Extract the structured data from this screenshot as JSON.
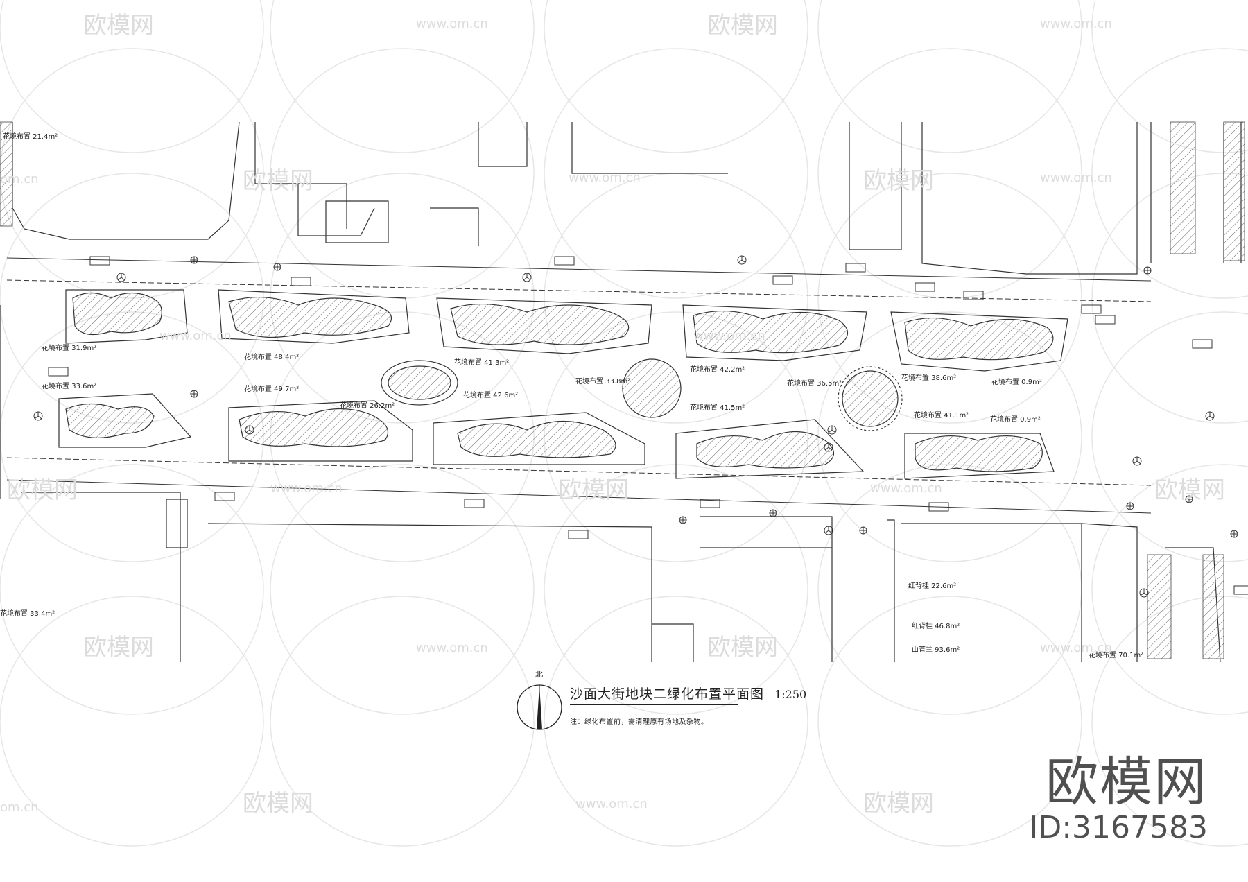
{
  "drawing": {
    "title": "沙面大街地块二绿化布置平面图",
    "scale": "1:250",
    "note": "注：绿化布置前，需清理原有场地及杂物。",
    "north_label": "北"
  },
  "watermark": {
    "brand": "欧模网",
    "url": "www.om.cn",
    "url_partial": "om.cn"
  },
  "corner_logo": {
    "brand": "欧模网",
    "id": "ID:3167583"
  },
  "flowerbed_labels": [
    {
      "text": "花境布置",
      "area": "21.4m²"
    },
    {
      "text": "花境布置",
      "area": "31.9m²"
    },
    {
      "text": "花境布置",
      "area": "48.4m²"
    },
    {
      "text": "花境布置",
      "area": "41.3m²"
    },
    {
      "text": "花境布置",
      "area": "33.8m²"
    },
    {
      "text": "花境布置",
      "area": "42.2m²"
    },
    {
      "text": "花境布置",
      "area": "36.5m²"
    },
    {
      "text": "花境布置",
      "area": "38.6m²"
    },
    {
      "text": "花境布置",
      "area": "0.9m²"
    },
    {
      "text": "花境布置",
      "area": "33.6m²"
    },
    {
      "text": "花境布置",
      "area": "49.7m²"
    },
    {
      "text": "花境布置",
      "area": "26.2m²"
    },
    {
      "text": "花境布置",
      "area": "42.6m²"
    },
    {
      "text": "花境布置",
      "area": "41.5m²"
    },
    {
      "text": "花境布置",
      "area": "41.1m²"
    },
    {
      "text": "花境布置",
      "area": "0.9m²"
    },
    {
      "text": "花境布置",
      "area": "70.1m²"
    },
    {
      "text": "花境布置",
      "area": "33.4m²"
    }
  ],
  "plant_labels": [
    {
      "text": "红背桂",
      "area": "22.6m²"
    },
    {
      "text": "红背桂",
      "area": "46.8m²"
    },
    {
      "text": "山菅兰",
      "area": "93.6m²"
    }
  ]
}
